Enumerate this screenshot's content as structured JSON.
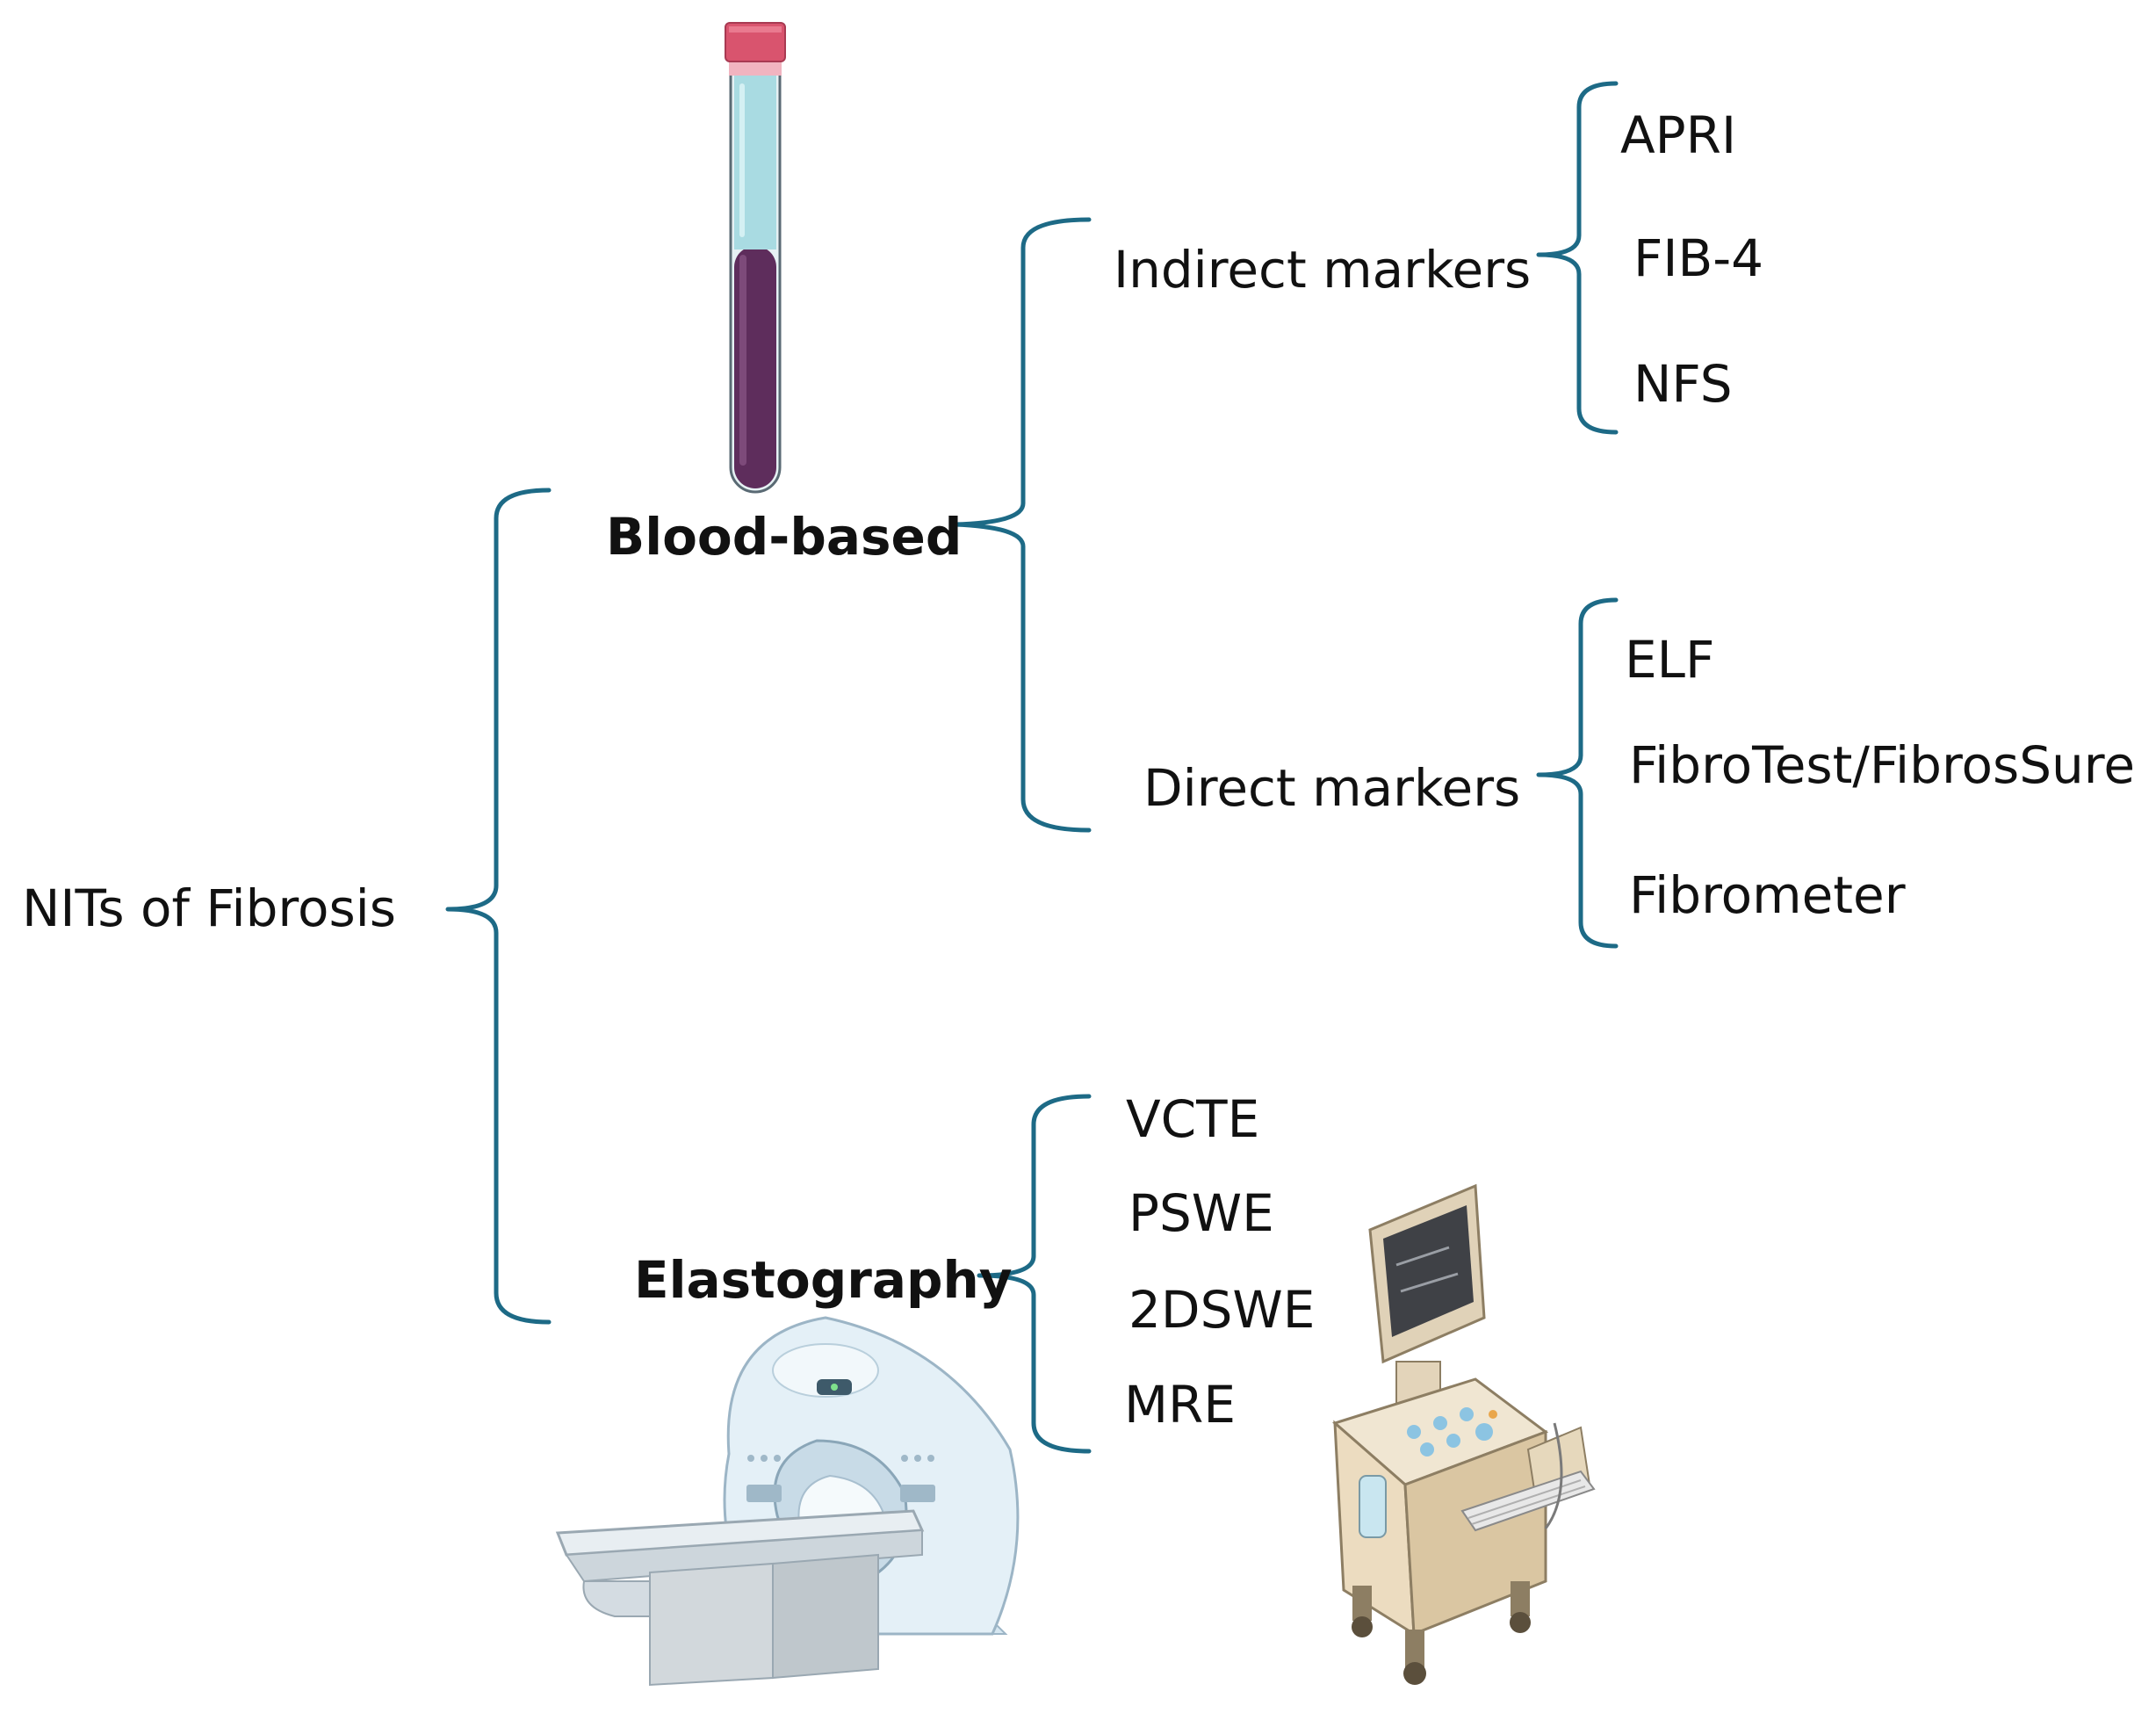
{
  "diagram": {
    "root": {
      "label": "NITs of Fibrosis"
    },
    "categories": [
      {
        "label": "Blood-based",
        "groups": [
          {
            "label": "Indirect markers",
            "items": [
              "APRI",
              "FIB-4",
              "NFS"
            ]
          },
          {
            "label": "Direct markers",
            "items": [
              "ELF",
              "FibroTest/FibrosSure",
              "Fibrometer"
            ]
          }
        ]
      },
      {
        "label": "Elastography",
        "items": [
          "VCTE",
          "PSWE",
          "2DSWE",
          "MRE"
        ]
      }
    ],
    "colors": {
      "bracket": "#1d6a86",
      "text": "#111111",
      "tube_cap": "#d9546e",
      "tube_plasma": "#a9dbe2",
      "tube_blood": "#5e2d5c",
      "mri_body": "#e4f0f7",
      "ultrasound_body": "#ecdcc0"
    },
    "icons": [
      "blood-tube-icon",
      "mri-scanner-icon",
      "ultrasound-machine-icon"
    ]
  }
}
